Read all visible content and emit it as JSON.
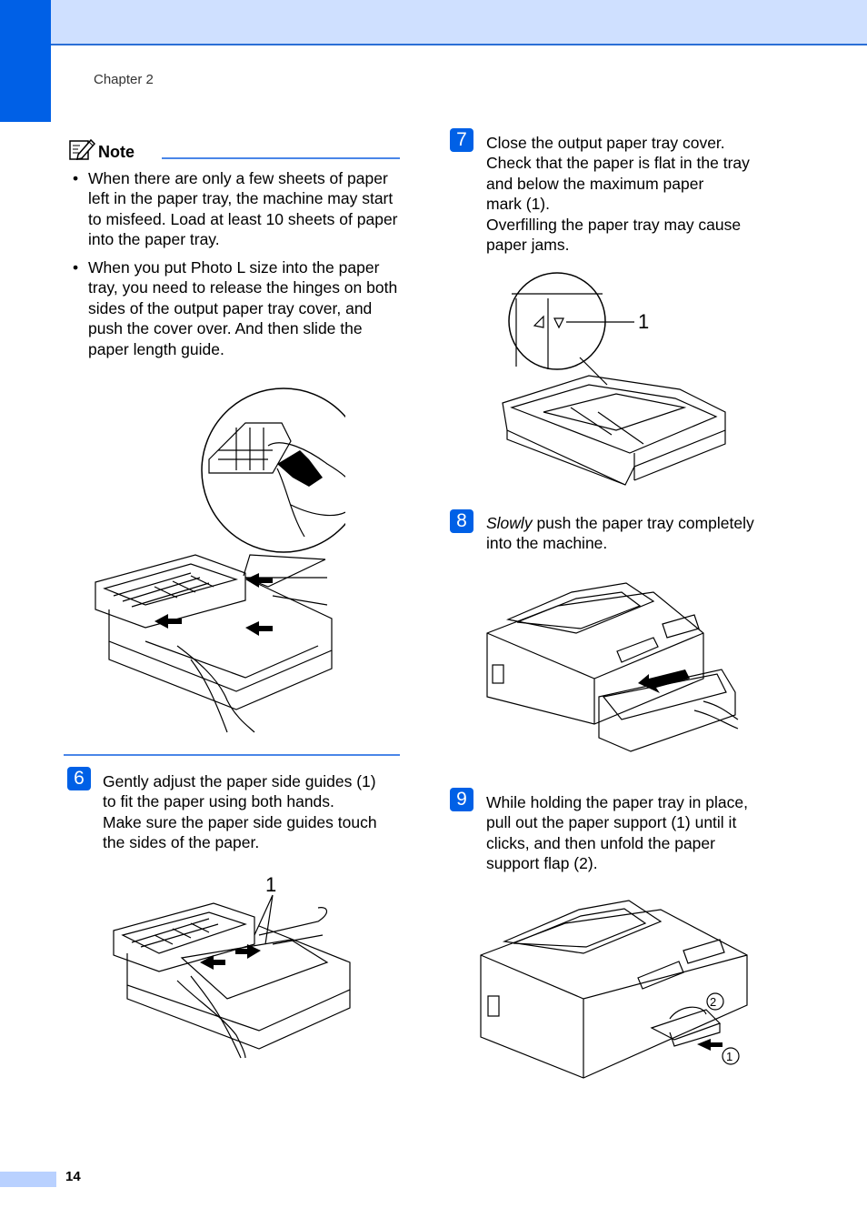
{
  "header": {
    "chapter": "Chapter 2"
  },
  "note": {
    "title": "Note",
    "bullets": [
      "When there are only a few sheets of paper left in the paper tray, the machine may start to misfeed. Load at least 10 sheets of paper into the paper tray.",
      "When you put Photo L size into the paper tray, you need to release the hinges on both sides of the output paper tray cover, and push the cover over. And then slide the paper length guide."
    ]
  },
  "steps": {
    "s6": {
      "number": "6",
      "lines": [
        "Gently adjust the paper side guides (1)",
        "to fit the paper using both hands.",
        "Make sure the paper side guides touch",
        "the sides of the paper."
      ],
      "callout": "1"
    },
    "s7": {
      "number": "7",
      "lines": [
        "Close the output paper tray cover.",
        "Check that the paper is flat in the tray",
        "and below the maximum paper",
        "mark (1).",
        "Overfilling the paper tray may cause",
        "paper jams."
      ],
      "callout": "1"
    },
    "s8": {
      "number": "8",
      "emphasis": "Slowly",
      "rest": " push the paper tray completely",
      "line2": "into the machine."
    },
    "s9": {
      "number": "9",
      "lines": [
        "While holding the paper tray in place,",
        "pull out the paper support (1) until it",
        "clicks, and then unfold the paper",
        "support flap (2)."
      ],
      "callout1": "1",
      "callout2": "2"
    }
  },
  "footer": {
    "page_number": "14"
  }
}
